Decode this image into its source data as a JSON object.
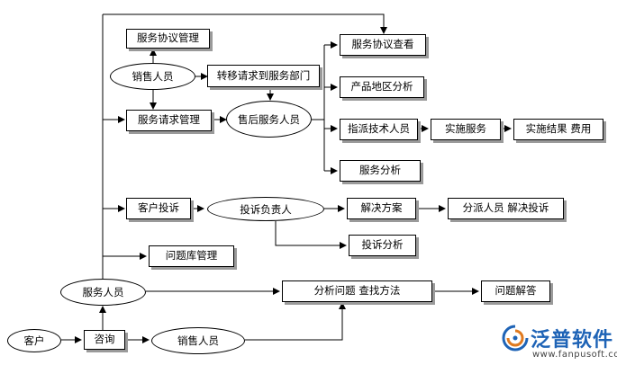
{
  "nodes": {
    "service_agreement_mgmt": "服务协议管理",
    "sales_staff_top": "销售人员",
    "transfer_request": "转移请求到服务部门",
    "service_request_mgmt": "服务请求管理",
    "after_sales_staff": "售后服务人员",
    "service_agreement_view": "服务协议查看",
    "product_region_analysis": "产品地区分析",
    "assign_technician": "指派技术人员",
    "implement_service": "实施服务",
    "implementation_result_fee": "实施结果 费用",
    "service_analysis": "服务分析",
    "customer_complaint": "客户投诉",
    "complaint_owner": "投诉负责人",
    "solution_plan": "解决方案",
    "assign_staff_resolve": "分派人员 解决投诉",
    "complaint_analysis": "投诉分析",
    "issue_library_mgmt": "问题库管理",
    "service_staff": "服务人员",
    "analyze_find_method": "分析问题 查找方法",
    "problem_answer": "问题解答",
    "customer": "客户",
    "consult": "咨询",
    "sales_staff_bottom": "销售人员"
  },
  "logo": {
    "brand": "泛普软件",
    "url": "www.fanpusoft.com"
  }
}
